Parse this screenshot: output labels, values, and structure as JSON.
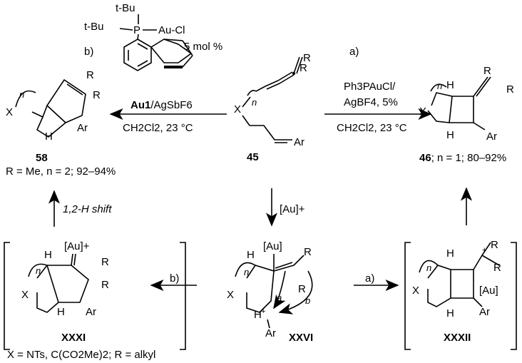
{
  "catalyst": {
    "tbu1": "t-Bu",
    "tbu2": "t-Bu",
    "p": "P",
    "aucl": "Au-Cl",
    "loading": "5 mol %"
  },
  "route_b_top": {
    "label": "b)",
    "reagent_bold": "Au1",
    "reagent_rest": "/AgSbF6",
    "conditions": "CH2Cl2, 23 °C"
  },
  "route_a_top": {
    "label": "a)",
    "reagent1": "Ph3PAuCl/",
    "reagent2": "AgBF4, 5%",
    "conditions": "CH2Cl2, 23 °C"
  },
  "compound_58": {
    "id": "58",
    "caption": "R = Me, n = 2; 92–94%"
  },
  "compound_45": {
    "id": "45"
  },
  "compound_46": {
    "id": "46",
    "caption": "; n = 1; 80–92%"
  },
  "middle_arrows": {
    "au_plus": "[Au]+",
    "shift": "1,2-H shift",
    "b": "b)",
    "a": "a)"
  },
  "intermediates": {
    "left": "XXXI",
    "center": "XXVI",
    "right": "XXXII"
  },
  "footnote": "X = NTs, C(CO2Me)2; R = alkyl",
  "atom_labels": {
    "X": "X",
    "n": "n",
    "R": "R",
    "Ar": "Ar",
    "H": "H",
    "Au": "[Au]",
    "Au_plus": "[Au]+",
    "plus": "+",
    "a": "a",
    "b": "b"
  }
}
